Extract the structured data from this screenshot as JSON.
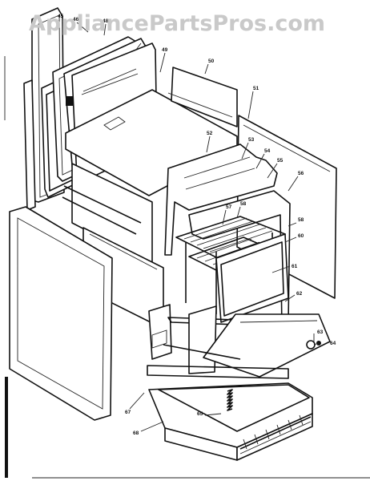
{
  "watermark": "AppliancePartsPros.com",
  "callouts": [
    {
      "id": "45",
      "label": "45"
    },
    {
      "id": "46",
      "label": "46"
    },
    {
      "id": "48",
      "label": "48"
    },
    {
      "id": "49",
      "label": "49"
    },
    {
      "id": "50",
      "label": "50"
    },
    {
      "id": "51",
      "label": "51"
    },
    {
      "id": "52",
      "label": "52"
    },
    {
      "id": "53",
      "label": "53"
    },
    {
      "id": "54",
      "label": "54"
    },
    {
      "id": "55",
      "label": "55"
    },
    {
      "id": "56",
      "label": "56"
    },
    {
      "id": "57",
      "label": "57"
    },
    {
      "id": "58a",
      "label": "58"
    },
    {
      "id": "58b",
      "label": "58"
    },
    {
      "id": "60",
      "label": "60"
    },
    {
      "id": "61",
      "label": "61"
    },
    {
      "id": "62",
      "label": "62"
    },
    {
      "id": "63",
      "label": "63"
    },
    {
      "id": "64",
      "label": "64"
    },
    {
      "id": "65",
      "label": "65"
    },
    {
      "id": "67",
      "label": "67"
    },
    {
      "id": "68",
      "label": "68"
    }
  ]
}
